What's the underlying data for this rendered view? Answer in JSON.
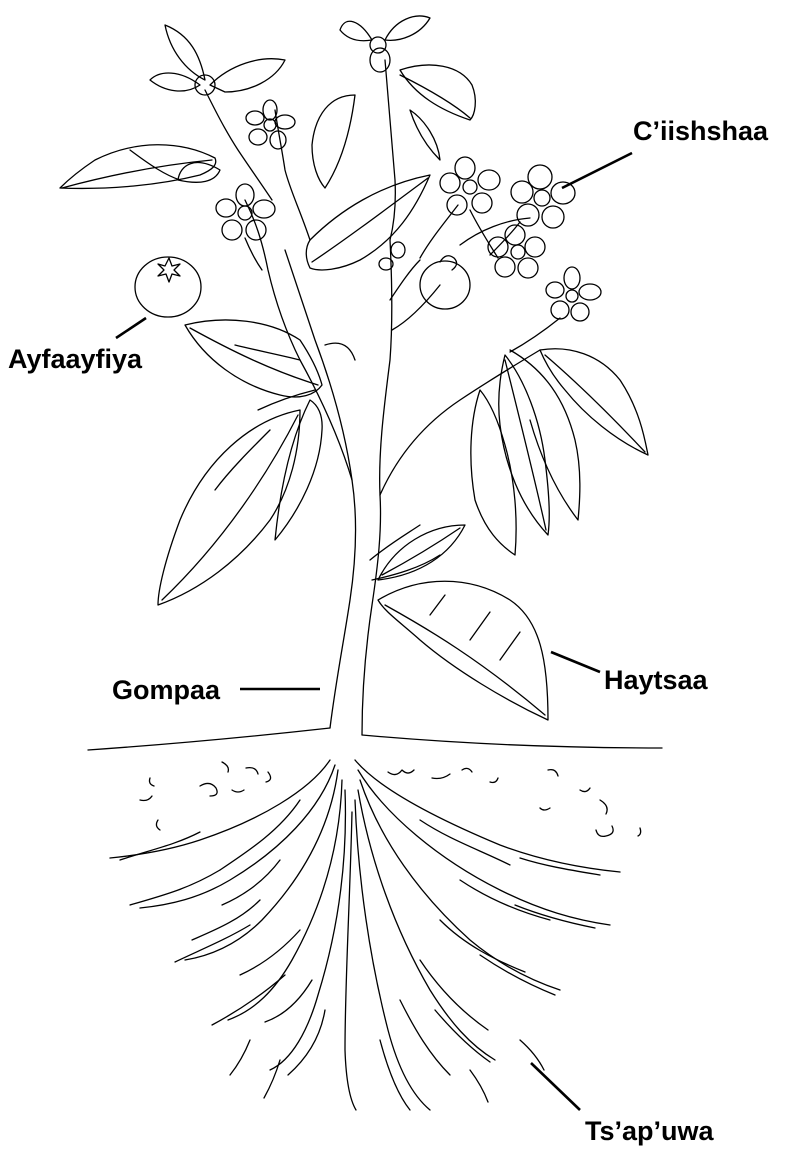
{
  "labels": {
    "flower": "C’iishshaa",
    "fruit": "Ayfaayfiya",
    "leaf": "Haytsaa",
    "stem": "Gompaa",
    "root": "Ts’ap’uwa"
  },
  "colors": {
    "ink": "#000000",
    "background": "#ffffff"
  }
}
